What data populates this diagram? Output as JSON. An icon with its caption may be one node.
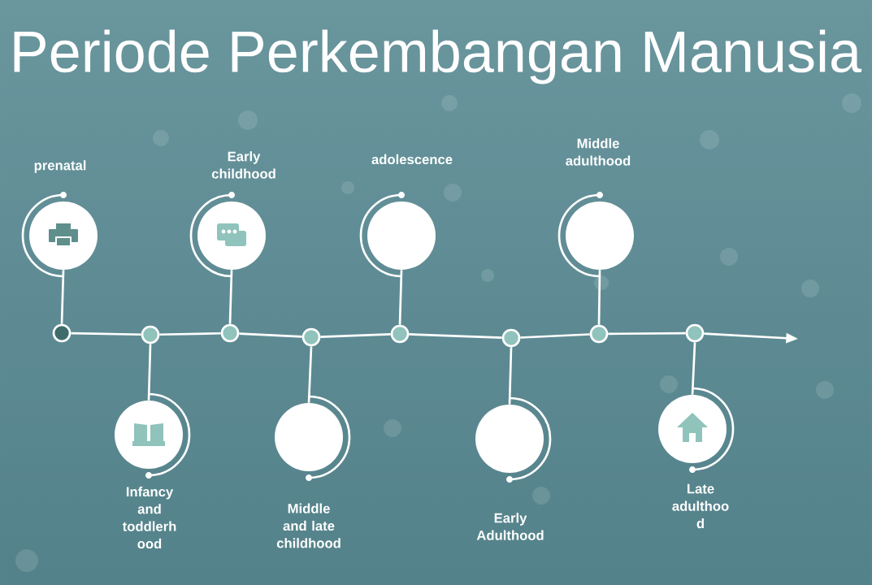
{
  "diagram": {
    "title": "Periode Perkembangan Manusia",
    "nodes": [
      {
        "text": [
          "prenatal"
        ]
      },
      {
        "text": [
          "Infancy and toddlerh ood"
        ]
      },
      {
        "text": [
          "Early childhood"
        ]
      },
      {
        "text": [
          "Middle and late childhood"
        ]
      },
      {
        "text": [
          "adolescence"
        ]
      },
      {
        "text": [
          "Early Adulthood"
        ]
      },
      {
        "text": [
          "Middle adulthood"
        ]
      },
      {
        "text": [
          "Late adulthoo d"
        ]
      },
      {
        "text": [],
        "shape": "circle"
      },
      {
        "text": [],
        "shape": "circle"
      },
      {
        "text": [],
        "shape": "circle"
      },
      {
        "text": [],
        "shape": "circle"
      },
      {
        "text": [],
        "shape": "circle"
      },
      {
        "text": [],
        "shape": "circle"
      },
      {
        "text": [],
        "shape": "circle"
      },
      {
        "text": [],
        "shape": "circle"
      }
    ],
    "edges": [
      {
        "from": 0,
        "to": 8,
        "arrow": "none"
      },
      {
        "from": 1,
        "to": 9,
        "arrow": "none"
      },
      {
        "from": 2,
        "to": 10,
        "arrow": "none"
      },
      {
        "from": 3,
        "to": 11,
        "arrow": "none"
      },
      {
        "from": 4,
        "to": 12,
        "arrow": "none"
      },
      {
        "from": 5,
        "to": 13,
        "arrow": "none"
      },
      {
        "from": 6,
        "to": 14,
        "arrow": "none"
      },
      {
        "from": 7,
        "to": 15,
        "arrow": "none"
      },
      {
        "from": 8,
        "to": 9,
        "arrow": "none"
      },
      {
        "from": 9,
        "to": 10,
        "arrow": "none"
      },
      {
        "from": 10,
        "to": 11,
        "arrow": "none"
      },
      {
        "from": 11,
        "to": 12,
        "arrow": "none"
      },
      {
        "from": 12,
        "to": 13,
        "arrow": "none"
      },
      {
        "from": 13,
        "to": 14,
        "arrow": "none"
      },
      {
        "from": 14,
        "to": 15,
        "arrow": "none"
      },
      {
        "from": 15,
        "to": null,
        "arrow": "to"
      }
    ]
  }
}
